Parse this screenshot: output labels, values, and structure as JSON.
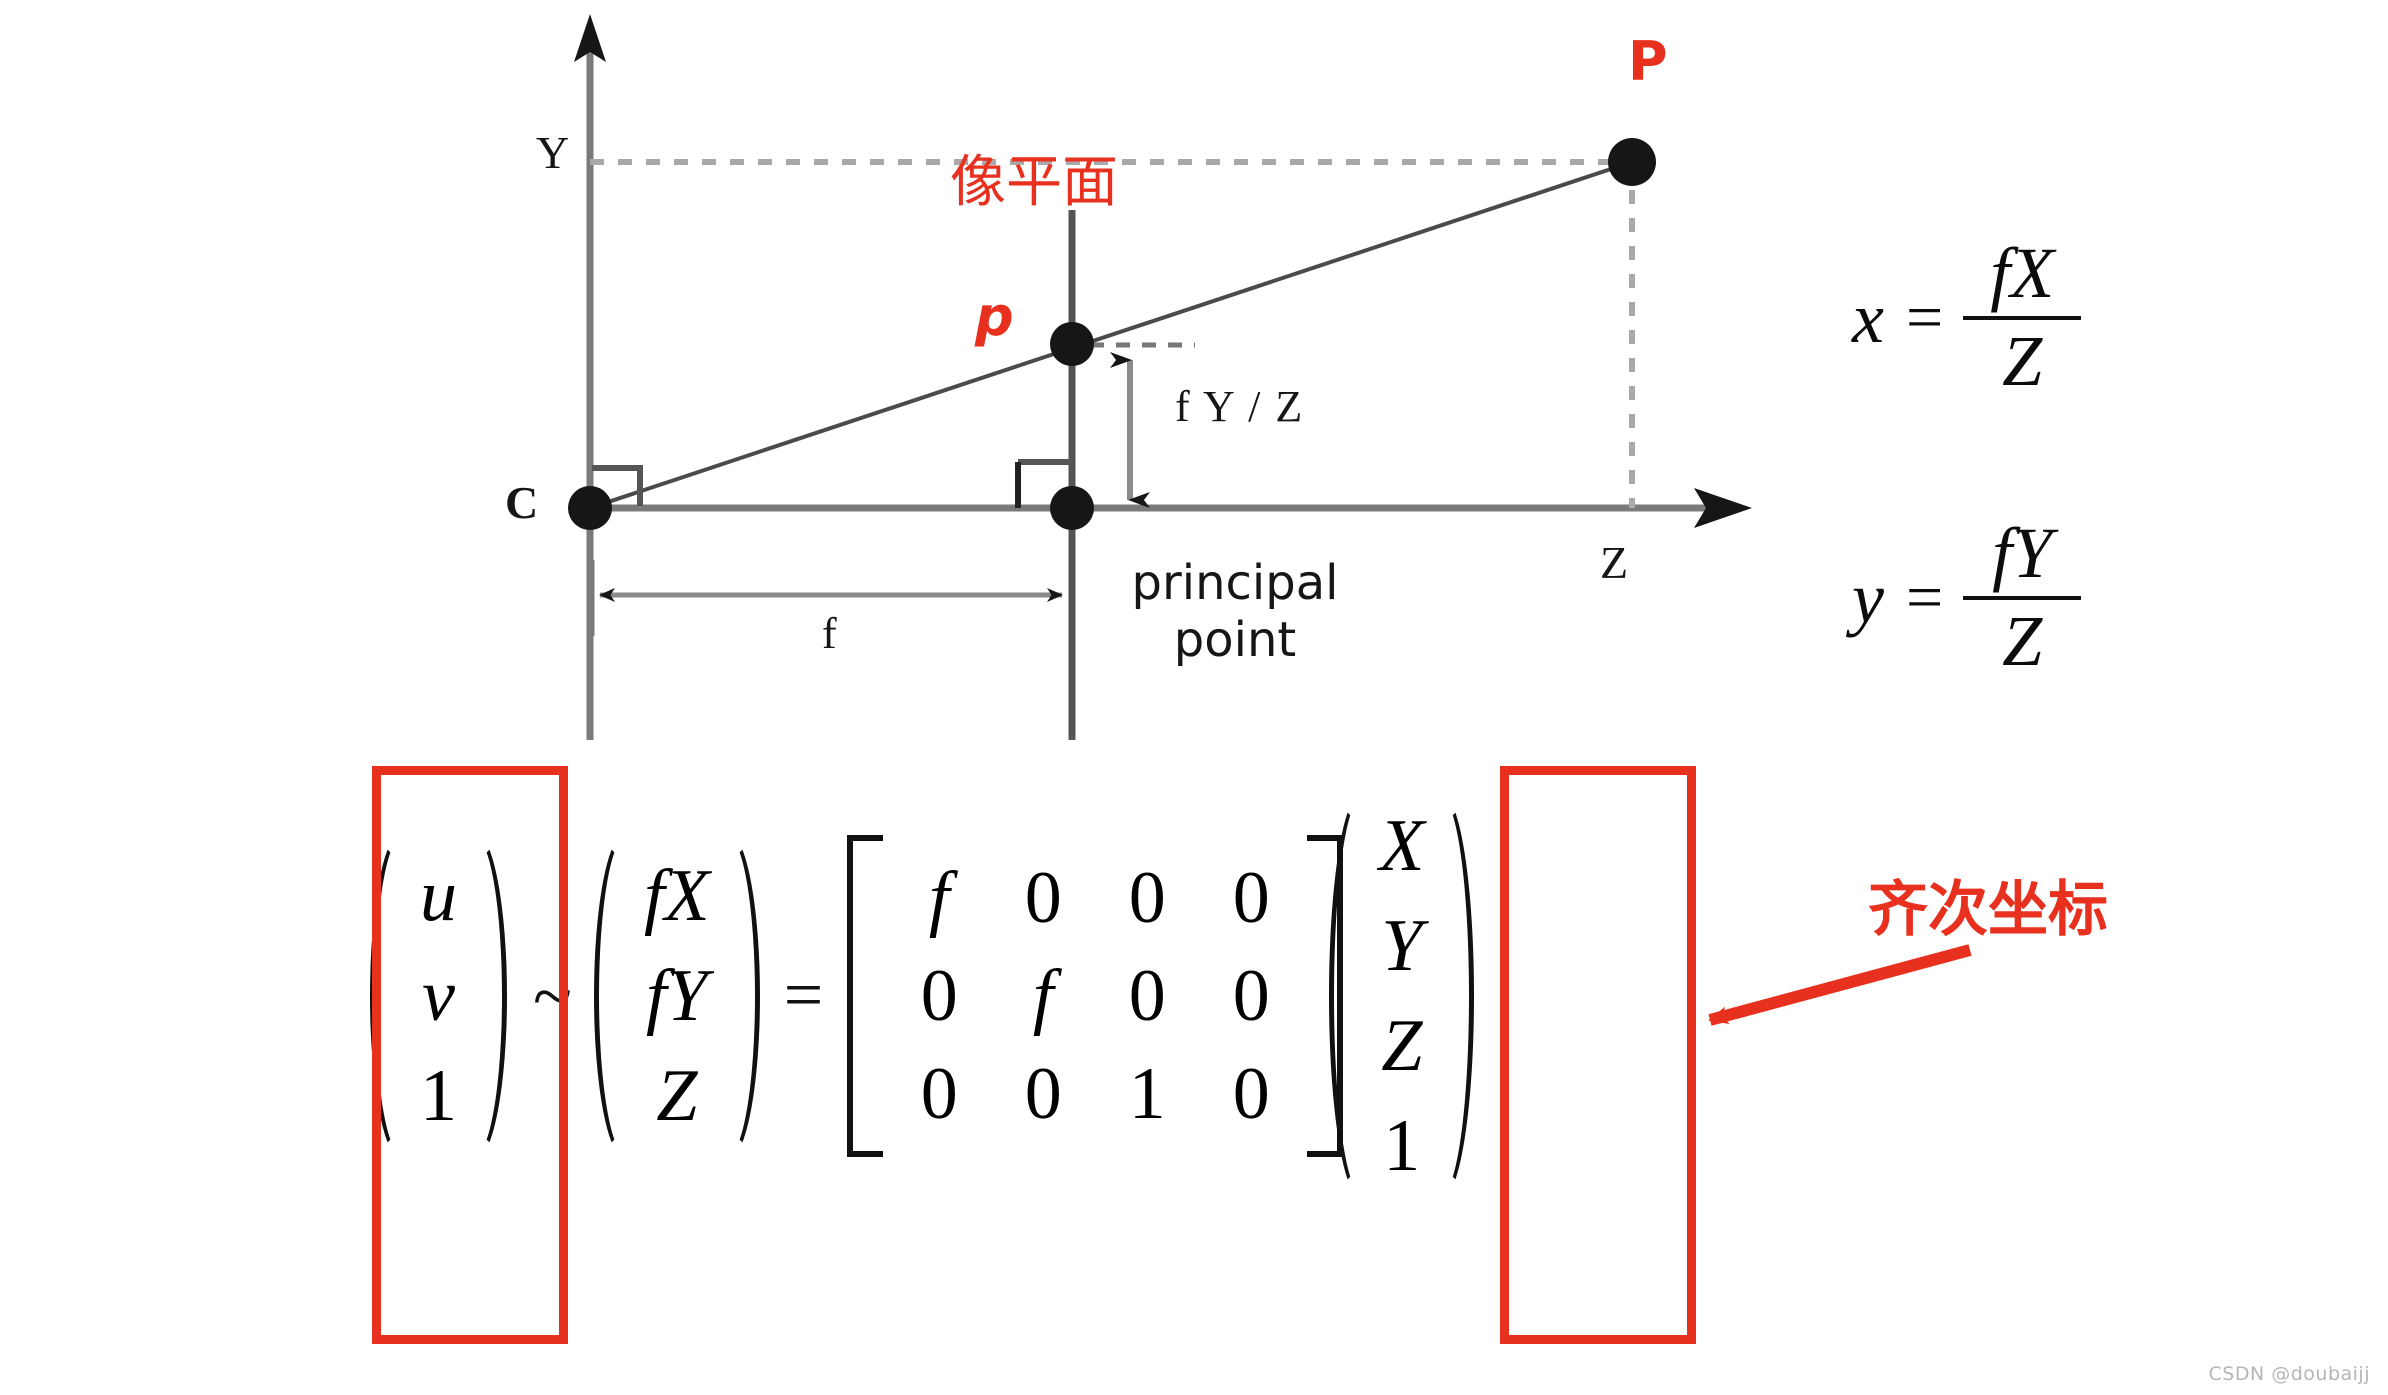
{
  "diagram": {
    "axis_labels": {
      "y_axis": "Y",
      "z_axis": "Z",
      "camera_center": "C"
    },
    "points": {
      "world_point": "P",
      "image_point": "p"
    },
    "annotations": {
      "image_plane_cn": "像平面",
      "focal_length": "f",
      "projected_height": "f Y / Z",
      "principal_point": "principal point"
    },
    "colors": {
      "accent_red": "#e8301f",
      "line_gray": "#7a7a7a",
      "ink": "#111111"
    }
  },
  "equations": {
    "x": {
      "lhs": "x",
      "eq": "=",
      "num": "fX",
      "den": "Z"
    },
    "y": {
      "lhs": "y",
      "eq": "=",
      "num": "fY",
      "den": "Z"
    }
  },
  "matrix_equation": {
    "image_vector": [
      "u",
      "v",
      "1"
    ],
    "sim_operator": "~",
    "projected_vector": [
      "fX",
      "fY",
      "Z"
    ],
    "equals_operator": "=",
    "projection_matrix": [
      [
        "f",
        "0",
        "0",
        "0"
      ],
      [
        "0",
        "f",
        "0",
        "0"
      ],
      [
        "0",
        "0",
        "1",
        "0"
      ]
    ],
    "world_vector": [
      "X",
      "Y",
      "Z",
      "1"
    ],
    "callout_cn": "齐次坐标"
  },
  "watermark": "CSDN @doubaijj"
}
